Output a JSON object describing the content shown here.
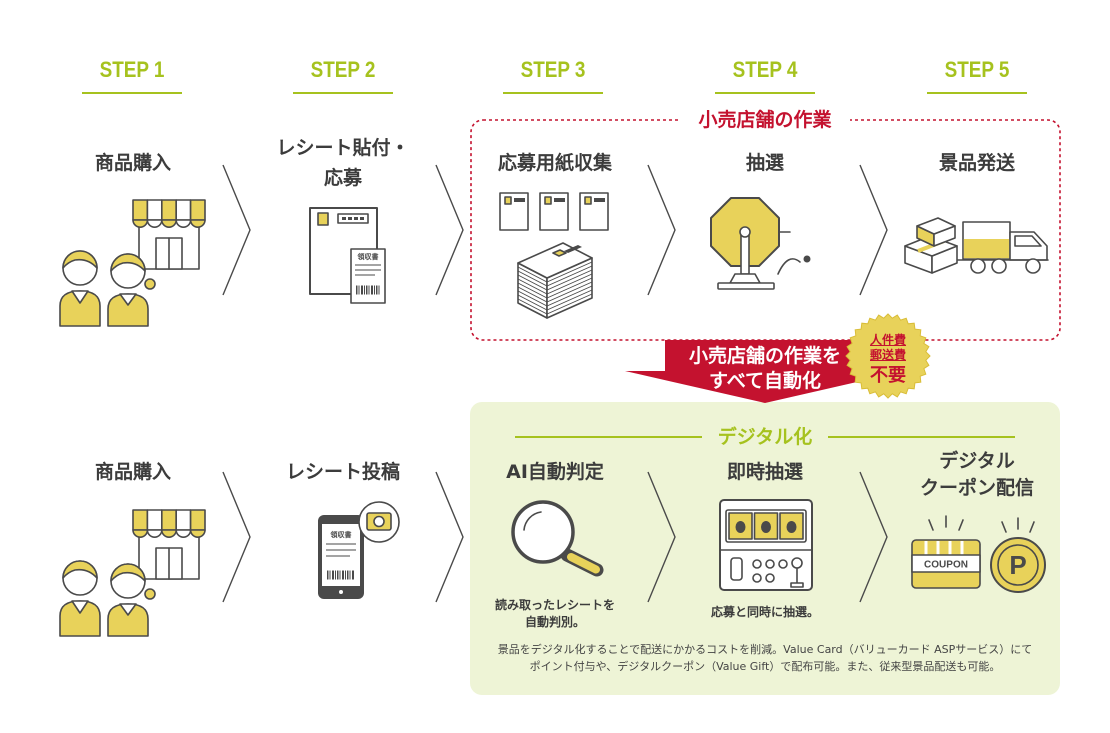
{
  "colors": {
    "lime": "#a6c21e",
    "yellow": "#e8d25a",
    "red": "#c4122f",
    "gray": "#4a4a4a",
    "panel": "#eef4d6",
    "text": "#3c3c3c"
  },
  "steps": [
    "STEP 1",
    "STEP 2",
    "STEP 3",
    "STEP 4",
    "STEP 5"
  ],
  "retail_work_label": "小売店舗の作業",
  "manual_flow": {
    "purchase": "商品購入",
    "receipt_apply": [
      "レシート貼付・",
      "応募"
    ],
    "collect_forms": "応募用紙収集",
    "lottery": "抽選",
    "ship_prizes": "景品発送",
    "receipt_title": "領収書"
  },
  "automation": {
    "banner": [
      "小売店舗の作業を",
      "すべて自動化"
    ],
    "badge": [
      "人件費",
      "郵送費",
      "不要"
    ]
  },
  "digital_flow": {
    "label": "デジタル化",
    "purchase": "商品購入",
    "receipt_post": "レシート投稿",
    "receipt_title": "領収書",
    "ai_judge": "AI自動判定",
    "ai_note": [
      "読み取ったレシートを",
      "自動判別。"
    ],
    "instant_lottery": "即時抽選",
    "instant_note": "応募と同時に抽選。",
    "coupon_delivery": [
      "デジタル",
      "クーポン配信"
    ],
    "coupon_text": "COUPON",
    "point_symbol": "P",
    "footer": [
      "景品をデジタル化することで配送にかかるコストを削減。Value Card（バリューカード ASPサービス）にて",
      "ポイント付与や、デジタルクーポン（Value Gift）で配布可能。また、従来型景品配送も可能。"
    ]
  },
  "icons": {
    "manual": [
      "shop-icon",
      "customers-icon",
      "postcard-receipt-icon",
      "application-forms-icon",
      "form-stack-icon",
      "lottery-machine-icon",
      "parcel-boxes-icon",
      "delivery-truck-icon"
    ],
    "digital": [
      "shop-icon",
      "customers-icon",
      "smartphone-receipt-icon",
      "magnifier-icon",
      "slot-machine-icon",
      "coupon-icon",
      "point-coin-icon"
    ],
    "flow": [
      "chevron-right-icon",
      "down-arrow-icon",
      "starburst-badge-icon"
    ]
  }
}
